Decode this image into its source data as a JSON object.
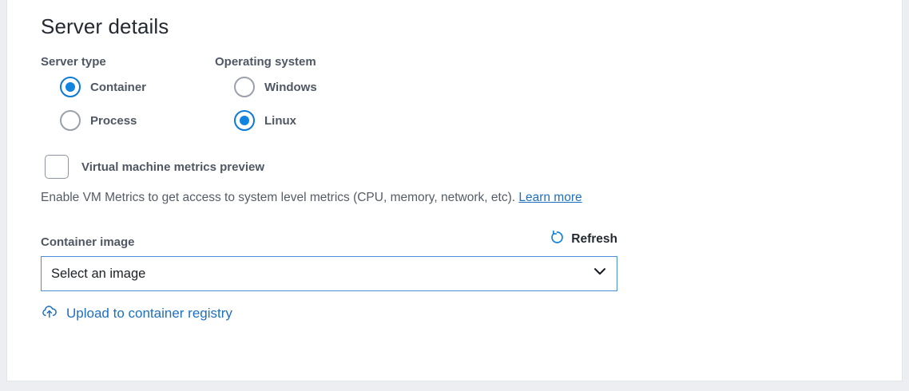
{
  "panel": {
    "title": "Server details"
  },
  "server_type": {
    "label": "Server type",
    "options": [
      {
        "label": "Container",
        "selected": true
      },
      {
        "label": "Process",
        "selected": false
      }
    ]
  },
  "operating_system": {
    "label": "Operating system",
    "options": [
      {
        "label": "Windows",
        "selected": false
      },
      {
        "label": "Linux",
        "selected": true
      }
    ]
  },
  "vm_metrics": {
    "checkbox_label": "Virtual machine metrics preview",
    "checked": false,
    "description": "Enable VM Metrics to get access to system level metrics (CPU, memory, network, etc).",
    "learn_more": "Learn more"
  },
  "container_image": {
    "label": "Container image",
    "refresh_label": "Refresh",
    "refresh_icon": "refresh-icon",
    "select_value": "Select an image",
    "chevron_icon": "chevron-down-icon",
    "upload_label": "Upload to container registry",
    "upload_icon": "cloud-upload-icon"
  },
  "colors": {
    "accent": "#1283de",
    "link": "#1e6fbf",
    "label": "#4f5763",
    "select_border": "#4a90d9"
  }
}
